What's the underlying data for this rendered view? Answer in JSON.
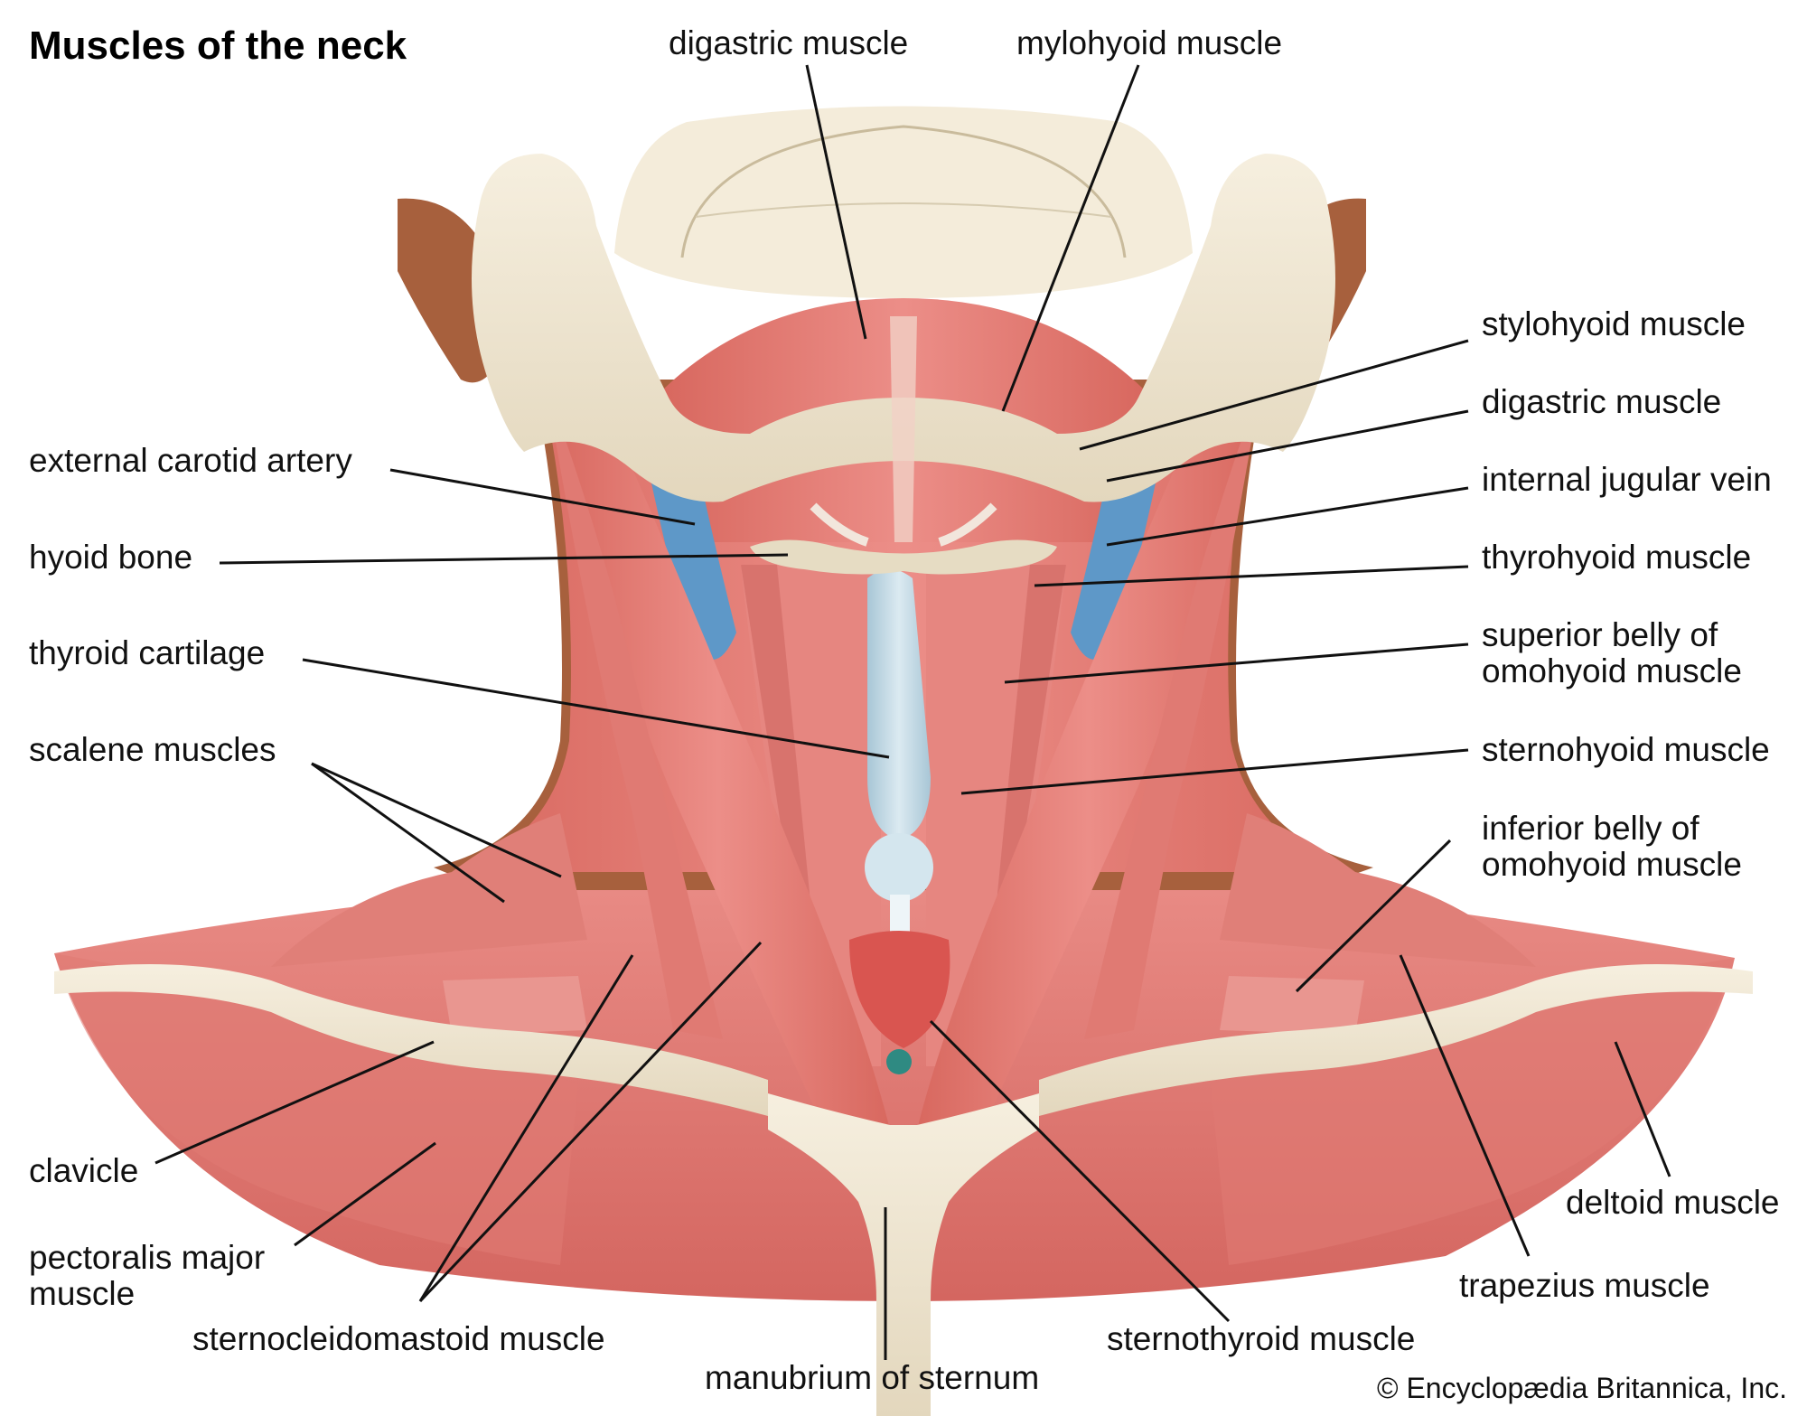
{
  "title": "Muscles of the neck",
  "credit": "© Encyclopædia Britannica, Inc.",
  "colors": {
    "muscle": "#e57f7a",
    "muscle_dark": "#c65b57",
    "bone": "#efe6d2",
    "cartilage": "#bfd7e3",
    "vein": "#5e98c8",
    "skin": "#a7603d",
    "leader": "#111111"
  },
  "labels": {
    "digastric_top": "digastric muscle",
    "mylohyoid": "mylohyoid muscle",
    "stylohyoid": "stylohyoid muscle",
    "digastric_right": "digastric muscle",
    "internal_jugular": "internal jugular vein",
    "thyrohyoid": "thyrohyoid muscle",
    "superior_omohyoid_1": "superior belly of",
    "superior_omohyoid_2": "omohyoid muscle",
    "sternohyoid": "sternohyoid muscle",
    "inferior_omohyoid_1": "inferior belly of",
    "inferior_omohyoid_2": "omohyoid muscle",
    "deltoid": "deltoid muscle",
    "trapezius": "trapezius muscle",
    "external_carotid": "external carotid artery",
    "hyoid": "hyoid bone",
    "thyroid_cartilage": "thyroid cartilage",
    "scalene": "scalene muscles",
    "clavicle": "clavicle",
    "pectoralis_1": "pectoralis major",
    "pectoralis_2": "muscle",
    "sternocleidomastoid": "sternocleidomastoid muscle",
    "manubrium": "manubrium of sternum",
    "sternothyroid": "sternothyroid muscle"
  }
}
